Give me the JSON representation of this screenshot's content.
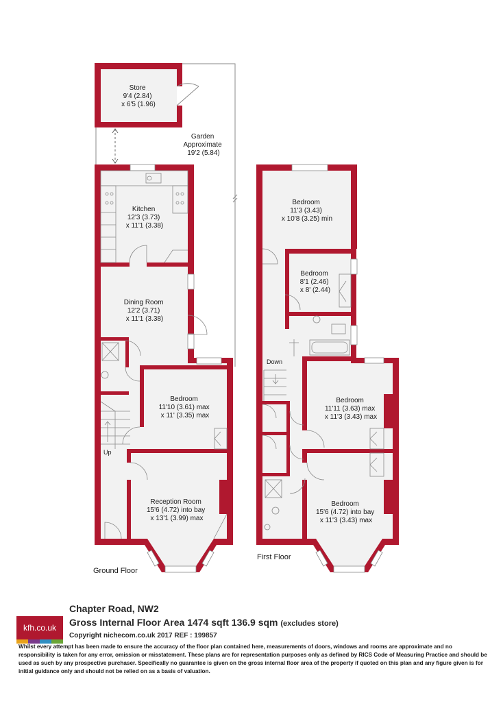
{
  "colors": {
    "wall": "#b0182f",
    "floor": "#f2f2f2",
    "line": "#8a8a8a",
    "logo_stripes": [
      "#e8a21a",
      "#7a3a8c",
      "#2f8fc2",
      "#6aa636"
    ]
  },
  "ground_floor": {
    "label": "Ground Floor",
    "rooms": {
      "store": {
        "name": "Store",
        "dims": [
          "9'4 (2.84)",
          "x 6'5 (1.96)"
        ]
      },
      "garden": {
        "name": "Garden",
        "dims": [
          "Approximate",
          "19'2 (5.84)"
        ]
      },
      "kitchen": {
        "name": "Kitchen",
        "dims": [
          "12'3 (3.73)",
          "x 11'1 (3.38)"
        ]
      },
      "dining": {
        "name": "Dining Room",
        "dims": [
          "12'2 (3.71)",
          "x 11'1 (3.38)"
        ]
      },
      "bedroom": {
        "name": "Bedroom",
        "dims": [
          "11'10 (3.61) max",
          "x 11' (3.35) max"
        ]
      },
      "reception": {
        "name": "Reception Room",
        "dims": [
          "15'6 (4.72) into bay",
          "x 13'1 (3.99) max"
        ]
      }
    },
    "stairs_label": "Up"
  },
  "first_floor": {
    "label": "First Floor",
    "rooms": {
      "bedroom1": {
        "name": "Bedroom",
        "dims": [
          "11'3 (3.43)",
          "x 10'8 (3.25) min"
        ]
      },
      "bedroom2": {
        "name": "Bedroom",
        "dims": [
          "8'1 (2.46)",
          "x 8' (2.44)"
        ]
      },
      "bedroom3": {
        "name": "Bedroom",
        "dims": [
          "11'11 (3.63) max",
          "x 11'3 (3.43) max"
        ]
      },
      "bedroom4": {
        "name": "Bedroom",
        "dims": [
          "15'6 (4.72) into bay",
          "x 11'3 (3.43) max"
        ]
      }
    },
    "stairs_label": "Down"
  },
  "footer": {
    "logo": "kfh.co.uk",
    "address": "Chapter Road, NW2",
    "area": "Gross Internal Floor Area 1474 sqft 136.9 sqm",
    "area_note": "(excludes store)",
    "copyright": "Copyright nichecom.co.uk 2017 REF : 199857",
    "disclaimer": "Whilst every attempt has been made to ensure the accuracy of the floor plan contained here, measurements of doors, windows and rooms are approximate and no responsibility is taken for any error, omission or misstatement.  These plans are for representation purposes only as defined by RICS Code of Measuring Practice and should be used as such by any prospective purchaser.  Specifically no guarantee is given on the gross internal floor area of the property if quoted on this plan and any figure given is for initial guidance only and should not be relied on as a basis of valuation."
  }
}
